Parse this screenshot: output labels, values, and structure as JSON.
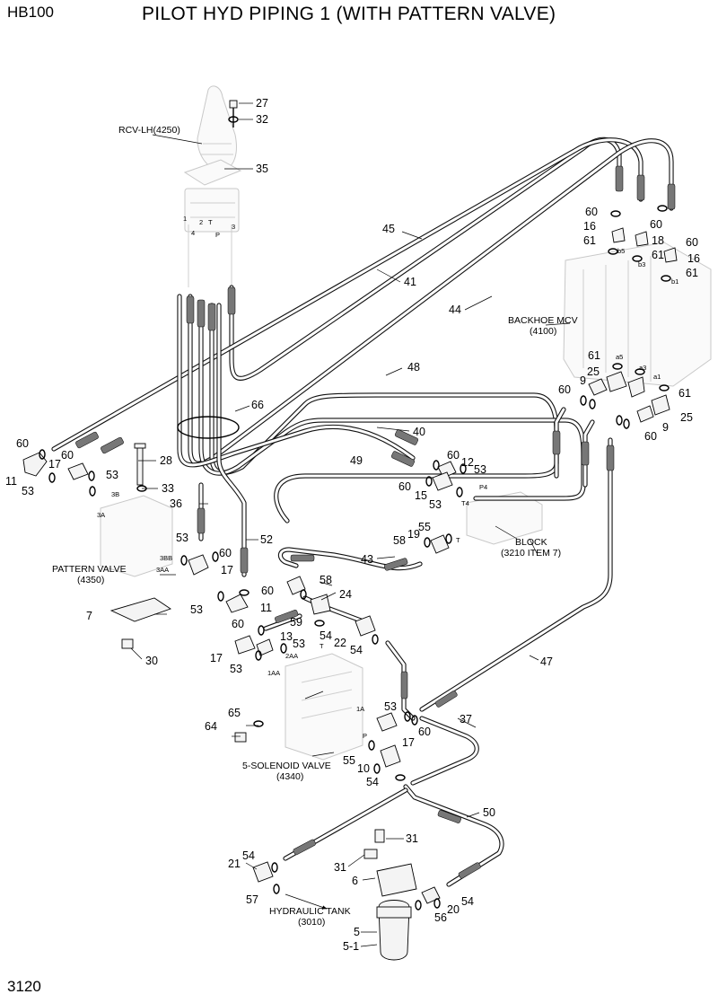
{
  "header": {
    "model": "HB100",
    "title": "PILOT HYD PIPING 1 (WITH PATTERN VALVE)",
    "page_number": "3120"
  },
  "components": {
    "rcv": "RCV-LH(4250)",
    "mcv_name": "BACKHOE MCV",
    "mcv_ref": "(4100)",
    "block_name": "BLOCK",
    "block_ref": "(3210 ITEM 7)",
    "pattern_name": "PATTERN VALVE",
    "pattern_ref": "(4350)",
    "solenoid_name": "5-SOLENOID VALVE",
    "solenoid_ref": "(4340)",
    "tank_name": "HYDRAULIC TANK",
    "tank_ref": "(3010)"
  },
  "port_labels": {
    "rcv_1": "1",
    "rcv_2": "2",
    "rcv_3": "3",
    "rcv_4": "4",
    "rcv_t": "T",
    "rcv_p": "P",
    "b5": "b5",
    "b3": "b3",
    "b1": "b1",
    "a5": "a5",
    "a3": "a3",
    "a1": "a1",
    "p4": "P4",
    "t4": "T4",
    "block_t": "T",
    "p3b": "3B",
    "p3a": "3A",
    "p3bb": "3BB",
    "p3aa": "3AA",
    "p2aa": "2AA",
    "p1aa": "1AA",
    "p1a": "1A",
    "sol_t": "T",
    "sol_p": "P"
  },
  "callouts": {
    "c27": "27",
    "c32": "32",
    "c35": "35",
    "c45": "45",
    "c41": "41",
    "c44": "44",
    "c48": "48",
    "c40": "40",
    "c66": "66",
    "c60_m1": "60",
    "c16_m1": "16",
    "c61_m1": "61",
    "c60_m2": "60",
    "c18_m": "18",
    "c60_m3": "60",
    "c61_m2": "61",
    "c16_m2": "16",
    "c61_m3": "61",
    "c61_m4": "61",
    "c25_m1": "25",
    "c9_m1": "9",
    "c60_m4": "60",
    "c61_m5": "61",
    "c25_m2": "25",
    "c9_m2": "9",
    "c60_m5": "60",
    "c60_l1": "60",
    "c11_l1": "11",
    "c17_l1": "17",
    "c60_l2": "60",
    "c53_l1": "53",
    "c53_l2": "53",
    "c28": "28",
    "c33": "33",
    "c36": "36",
    "c49": "49",
    "c60_c1": "60",
    "c12": "12",
    "c53_c1": "53",
    "c60_c2": "60",
    "c15": "15",
    "c53_c2": "53",
    "c55_b": "55",
    "c58_b": "58",
    "c19": "19",
    "c53_p1": "53",
    "c60_p1": "60",
    "c17_p1": "17",
    "c52": "52",
    "c43": "43",
    "c58_s": "58",
    "c24": "24",
    "c60_p2": "60",
    "c53_p2": "53",
    "c11_p2": "11",
    "c60_p3": "60",
    "c59": "59",
    "c54_s1": "54",
    "c22": "22",
    "c54_s2": "54",
    "c13": "13",
    "c53_s3": "53",
    "c17_s": "17",
    "c53_s4": "53",
    "c7": "7",
    "c30": "30",
    "c47": "47",
    "c65": "65",
    "c64": "64",
    "c53_s5": "53",
    "c17_s2": "17",
    "c60_s": "60",
    "c37": "37",
    "c55_s": "55",
    "c10": "10",
    "c54_s3": "54",
    "c50": "50",
    "c31_a": "31",
    "c31_b": "31",
    "c6": "6",
    "c54_t1": "54",
    "c21": "21",
    "c57": "57",
    "c54_t2": "54",
    "c20": "20",
    "c56": "56",
    "c5": "5",
    "c5_1": "5-1"
  }
}
